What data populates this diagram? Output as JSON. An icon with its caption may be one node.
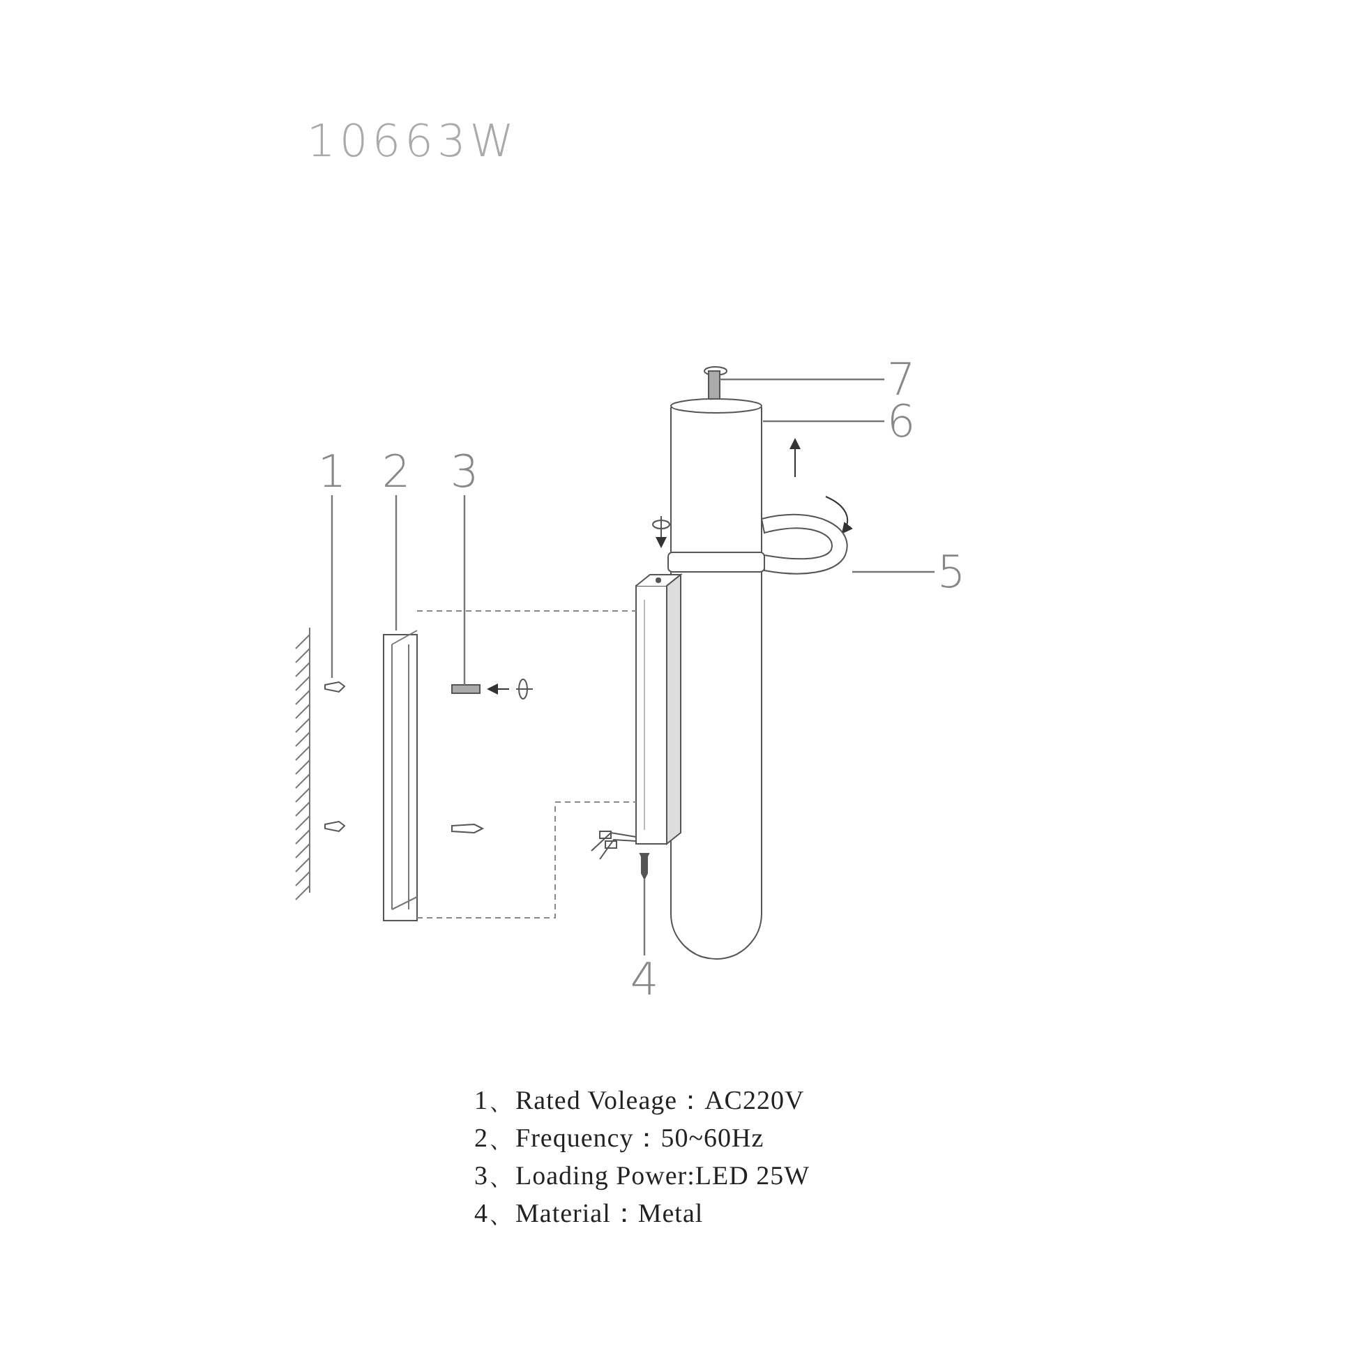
{
  "diagram": {
    "title": "10663W",
    "nodes": [
      {
        "text": [
          "1"
        ]
      },
      {
        "text": [
          "2"
        ]
      },
      {
        "text": [
          "3"
        ]
      },
      {
        "text": [
          "4"
        ]
      },
      {
        "text": [
          "5"
        ]
      },
      {
        "text": [
          "6"
        ]
      },
      {
        "text": [
          "7"
        ]
      },
      {
        "text": [],
        "shape": "picture"
      },
      {
        "text": [],
        "shape": "picture"
      },
      {
        "text": [],
        "shape": "box"
      },
      {
        "text": [],
        "shape": "picture"
      },
      {
        "text": [],
        "shape": "picture"
      },
      {
        "text": [],
        "shape": "picture"
      },
      {
        "text": [],
        "shape": "box"
      },
      {
        "text": [],
        "shape": "picture"
      }
    ],
    "edges": [
      {
        "from": 0,
        "to": 7,
        "arrow": "none"
      },
      {
        "from": 1,
        "to": 8,
        "arrow": "none"
      },
      {
        "from": 2,
        "to": 9,
        "arrow": "none"
      },
      {
        "from": 3,
        "to": 10,
        "arrow": "none"
      },
      {
        "from": 4,
        "to": 11,
        "arrow": "none"
      },
      {
        "from": 5,
        "to": 12,
        "arrow": "none"
      },
      {
        "from": 6,
        "to": 13,
        "arrow": "none"
      },
      {
        "from": 8,
        "to": 14,
        "arrow": "none",
        "style": "dashed"
      },
      {
        "from": 8,
        "to": 14,
        "arrow": "none",
        "style": "dashed"
      }
    ],
    "labels": [
      "1、Rated Voleage：AC220V",
      "2、Frequency：50~60Hz",
      "3、Loading Power:LED 25W",
      "4、Material：Metal"
    ]
  }
}
